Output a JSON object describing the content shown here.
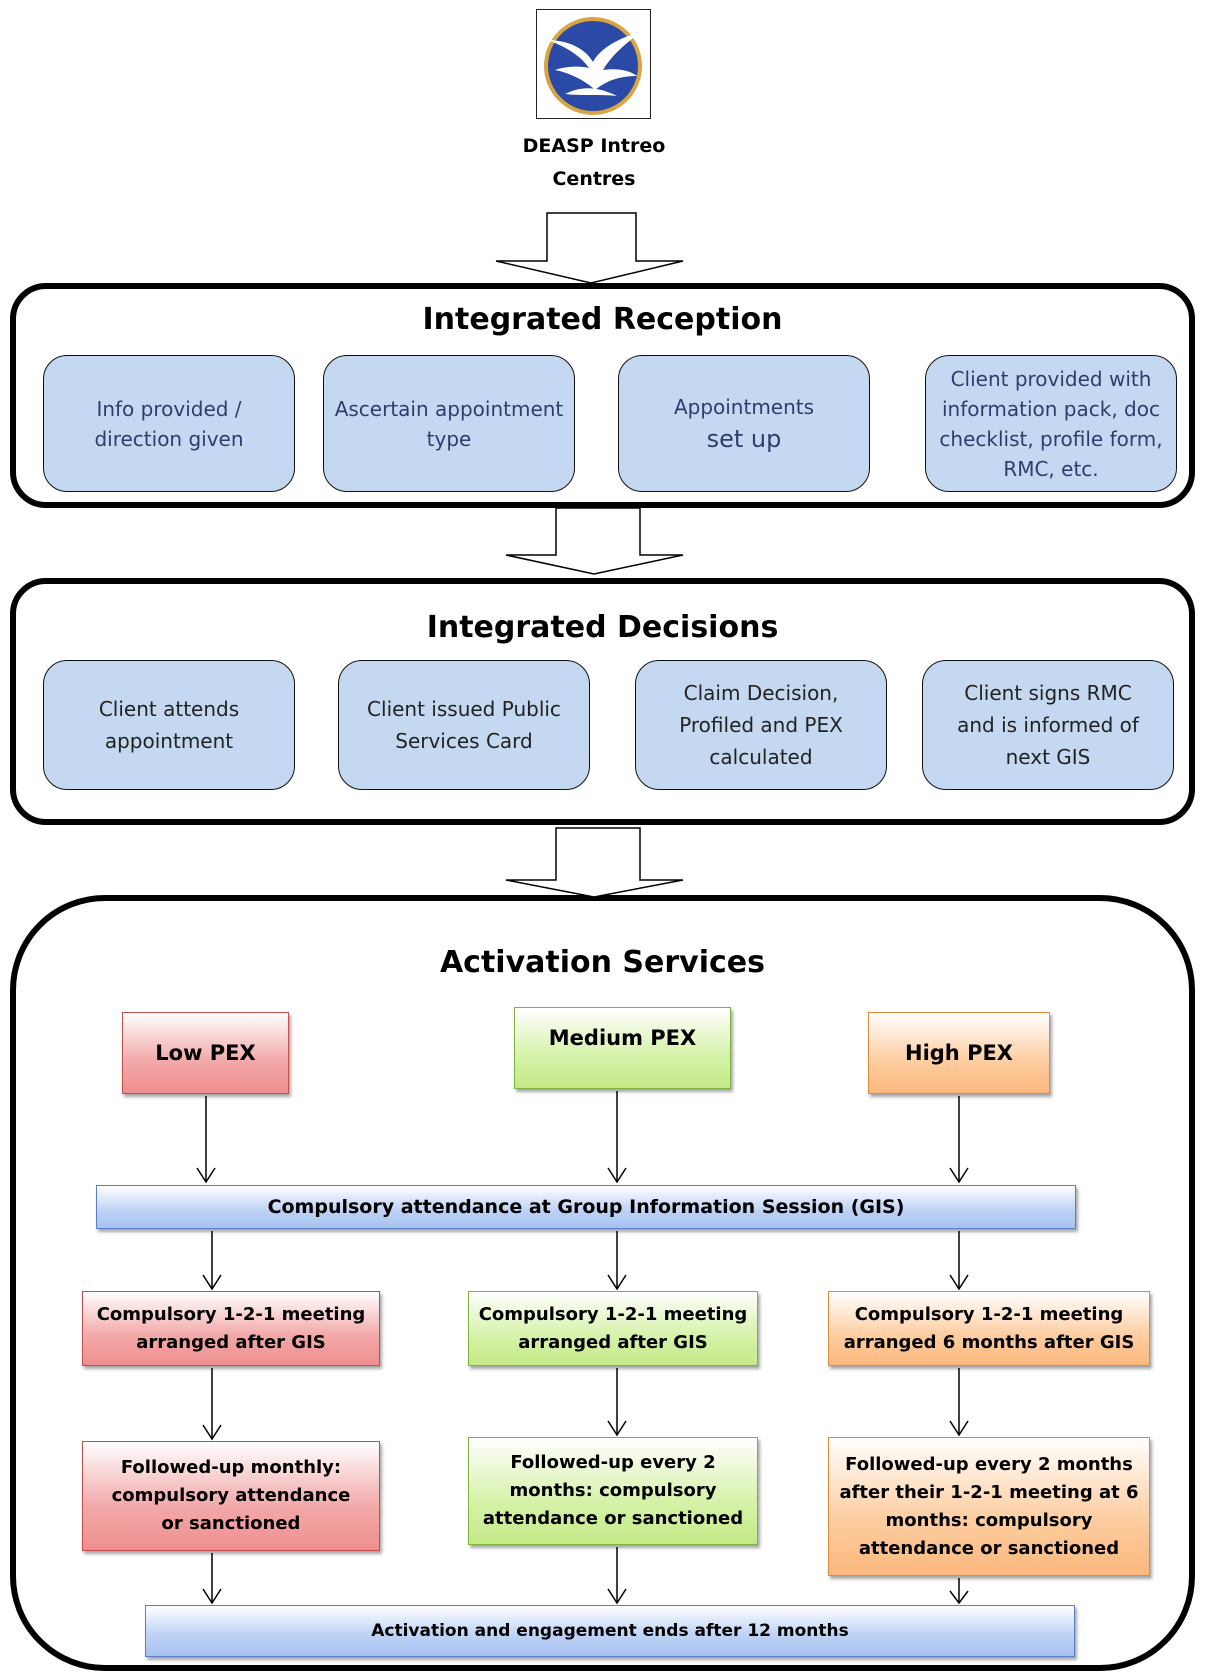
{
  "header": {
    "logo_icon": "dove-logo-icon",
    "caption_line1": "DEASP Intreo",
    "caption_line2": "Centres"
  },
  "reception": {
    "title": "Integrated Reception",
    "cards": [
      {
        "line1": "Info provided /",
        "line2": "direction given"
      },
      {
        "line1": "Ascertain appointment",
        "line2": "type"
      },
      {
        "line1": "Appointments",
        "line2": "set up"
      },
      {
        "line1": "Client provided  with",
        "line2": "information pack, doc",
        "line3": "checklist, profile form,",
        "line4": "RMC, etc."
      }
    ]
  },
  "decisions": {
    "title": "Integrated Decisions",
    "cards": [
      {
        "line1": "Client attends",
        "line2": "appointment"
      },
      {
        "line1": "Client issued Public",
        "line2": "Services Card"
      },
      {
        "line1": "Claim Decision,",
        "line2": "Profiled and PEX",
        "line3": "calculated"
      },
      {
        "line1": "Client signs RMC",
        "line2": "and is informed of",
        "line3": "next GIS"
      }
    ]
  },
  "activation": {
    "title": "Activation Services",
    "pex_low": "Low PEX",
    "pex_medium": "Medium PEX",
    "pex_high": "High PEX",
    "gis_banner": "Compulsory attendance at Group Information Session (GIS)",
    "low_meeting": {
      "line1": "Compulsory 1-2-1 meeting",
      "line2": "arranged after GIS"
    },
    "medium_meeting": {
      "line1": "Compulsory 1-2-1 meeting",
      "line2": "arranged after GIS"
    },
    "high_meeting": {
      "line1": "Compulsory 1-2-1 meeting",
      "line2": "arranged 6 months after GIS"
    },
    "low_followup": {
      "line1": "Followed-up monthly:",
      "line2": "compulsory attendance",
      "line3": "or sanctioned"
    },
    "medium_followup": {
      "line1": "Followed-up every 2",
      "line2": "months: compulsory",
      "line3": "attendance or sanctioned"
    },
    "high_followup": {
      "line1": "Followed-up every 2 months",
      "line2": "after their 1-2-1 meeting at 6",
      "line3": "months: compulsory",
      "line4": "attendance or sanctioned"
    },
    "end_banner": "Activation and engagement ends after 12 months"
  },
  "colors": {
    "card_blue": "#c5d8f1",
    "low_red": "#f2a8a8",
    "medium_green": "#d6f2a9",
    "high_orange": "#fdcda0",
    "banner_blue": "#bcd1f5"
  }
}
